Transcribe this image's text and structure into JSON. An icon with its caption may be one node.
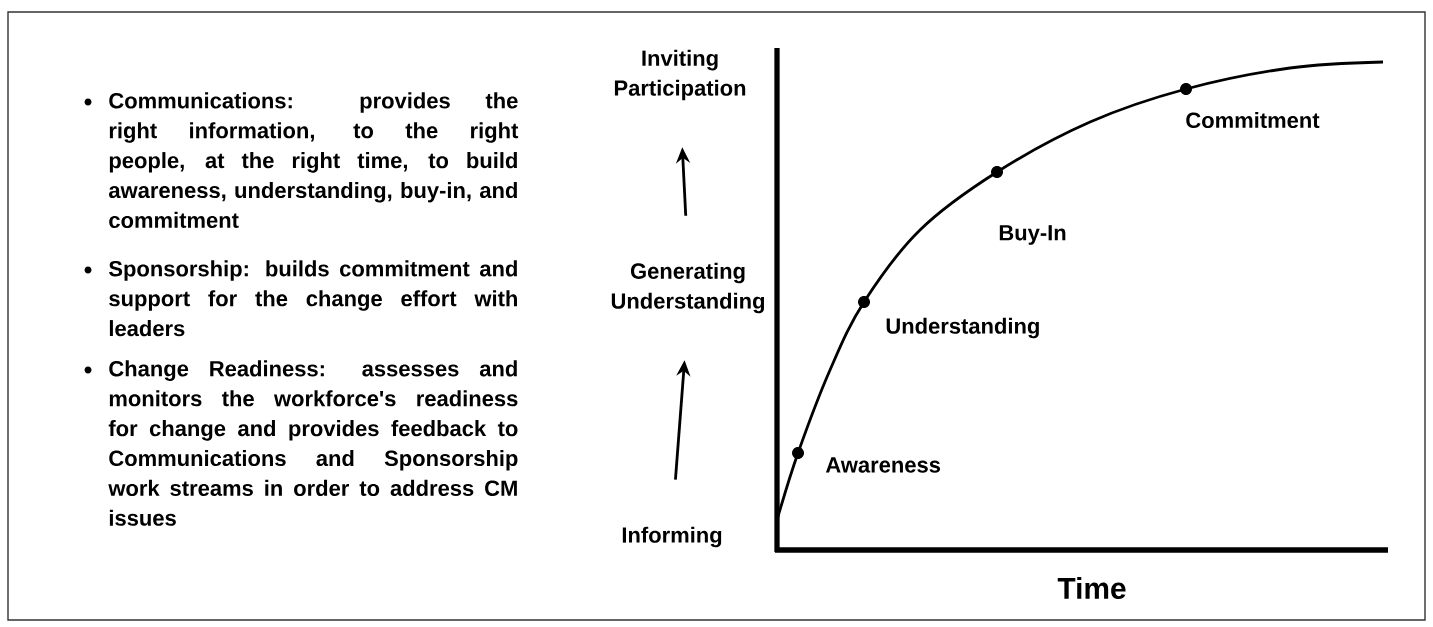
{
  "diagram": {
    "nodes": [
      {
        "text": [
          "Inviting Participation"
        ]
      },
      {
        "text": [
          "Generating Understanding"
        ]
      },
      {
        "text": [
          "Informing"
        ]
      }
    ],
    "edges": [
      {
        "from": 2,
        "to": 1,
        "arrow": "to"
      },
      {
        "from": 1,
        "to": 0,
        "arrow": "to"
      }
    ],
    "labels": [
      "Communications: provides the right information, to the right people, at the right time, to build awareness, understanding, buy-in, and commitment",
      "Sponsorship: builds commitment and support for the change effort with leaders",
      "Change Readiness: assesses and monitors the workforce's readiness for change and provides feedback to Communications and Sponsorship work streams in order to address CM issues",
      "Commitment",
      "Buy-In",
      "Understanding",
      "Awareness",
      "Time"
    ]
  }
}
